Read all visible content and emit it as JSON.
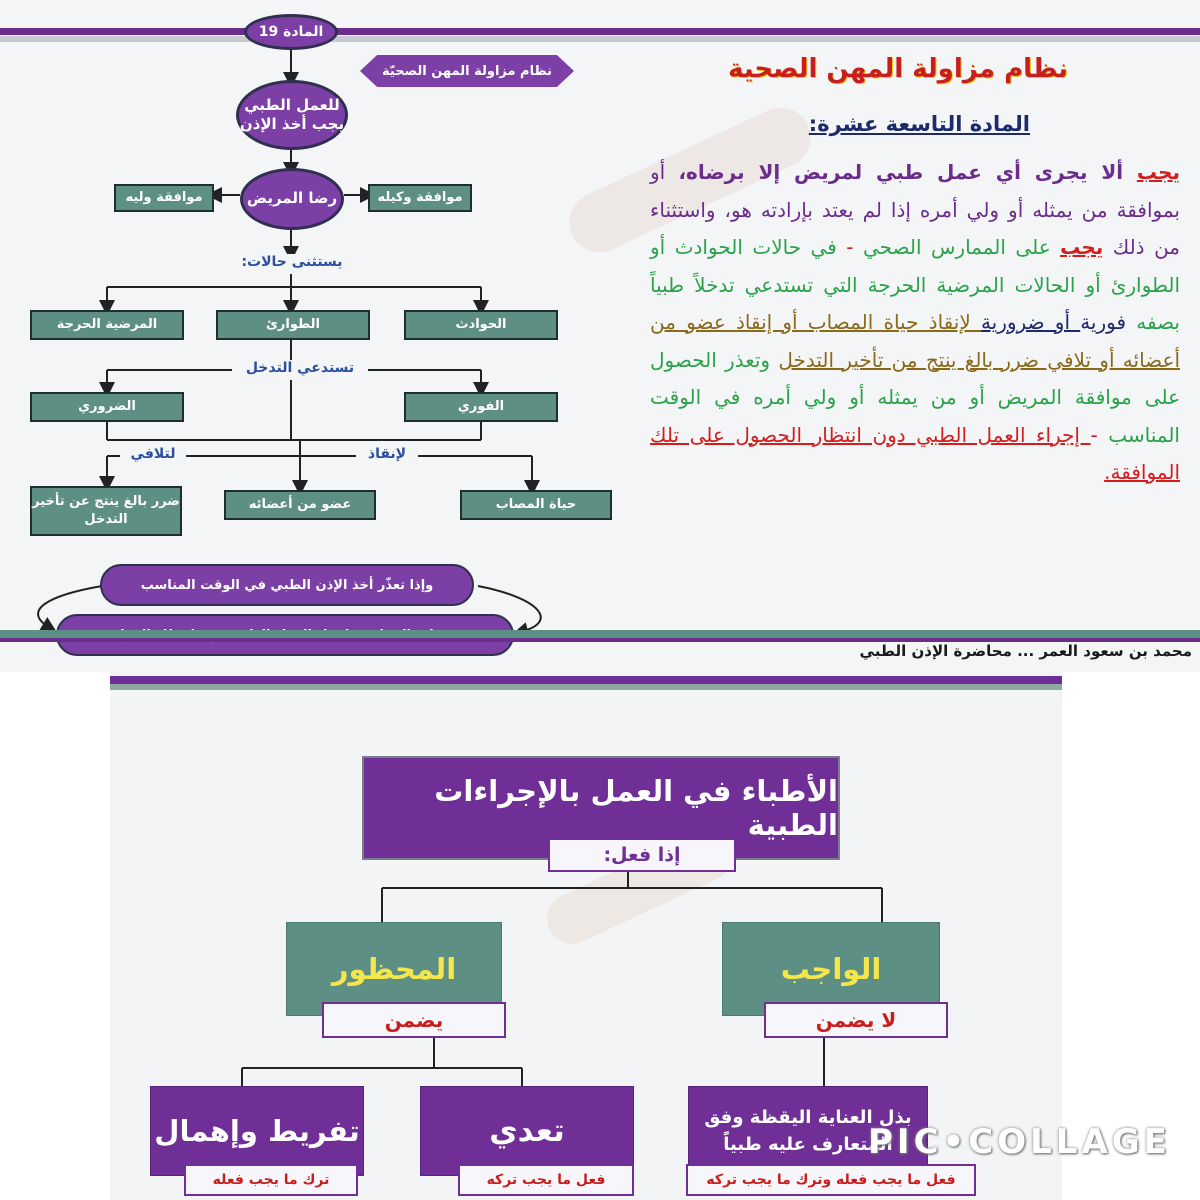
{
  "slide1": {
    "flow": {
      "article_node": "المادة 19",
      "system_node": "نظام مزاولة المهن الصحيّة",
      "permission_node": "للعمل الطبي يجب أخذ الإذن",
      "consent_node": "رضا المريض",
      "agent_consent": "موافقة وكيله",
      "guardian_consent": "موافقة وليه",
      "exceptions_label": "يستثنى حالات:",
      "case_accidents": "الحوادث",
      "case_emergencies": "الطوارئ",
      "case_critical": "المرضية الحرجة",
      "requires_label": "تستدعي التدخل",
      "urgent": "الفوري",
      "necessary": "الضروري",
      "to_save_label": "لإنقاذ",
      "to_avoid_label": "لتلافي",
      "victim_life": "حياة المصاب",
      "organ": "عضو من أعضائه",
      "serious_harm": "ضرر بالغ ينتج عن تأخير التدخل",
      "if_impossible": "وإذا تعذّر أخذ الإذن الطبي في الوقت المناسب",
      "practitioner_must": "يجب على الممارس إجراء العمل الطبي دون انتظار الموافقة"
    },
    "title": "نظام مزاولة المهن الصحية",
    "subtitle": "المادة التاسعة عشرة:",
    "text": {
      "s1": "يجب",
      "s2": " ألا يجرى أي عمل طبي لمريض إلا برضاه،",
      "s3": " أو بموافقة من يمثله أو ولي أمره إذا لم يعتد بإرادته هو، واستثناء من ذلك ",
      "s4": "يجب",
      "s5": " على الممارس الصحي ",
      "s6": "-",
      "s7": " في حالات الحوادث أو الطوارئ أو الحالات المرضية الحرجة التي تستدعي تدخلاً طبياً بصفه ",
      "s8": "فورية",
      "s9": " أو ",
      "s10": "ضرورية",
      "s11": " لإنقاذ حياة المصاب أو إنقاذ عضو من أعضائه أو تلافي ضرر بالغ ينتج من تأخير التدخل",
      "s12": " وتعذر الحصول على موافقة المريض أو من يمثله أو ولي أمره في الوقت المناسب ",
      "s13": "-",
      "s14": " إجراء العمل الطبي دون انتظار الحصول على تلك الموافقة."
    },
    "footer": "محمد بن سعود العمر ... محاضرة الإذن الطبي"
  },
  "slide2": {
    "title": "الأطباء في العمل بالإجراءات الطبية",
    "if_did": "إذا فعل:",
    "obligatory": "الواجب",
    "forbidden": "المحظور",
    "not_liable": "لا يضمن",
    "liable": "يضمن",
    "due_care": "بذل العناية اليقظة وفق المتعارف عليه طبياً",
    "transgression": "تعدي",
    "negligence": "تفريط وإهمال",
    "do_required_leave_forbidden": "فعل ما يجب فعله وترك ما يجب تركه",
    "do_forbidden": "فعل ما يجب تركه",
    "leave_required": "ترك ما يجب فعله"
  },
  "watermark": "PIC•COLLAGE",
  "colors": {
    "purple": "#7b3fa6",
    "teal": "#5e8f84",
    "red": "#c81e1e",
    "yellow": "#f5e64a"
  }
}
